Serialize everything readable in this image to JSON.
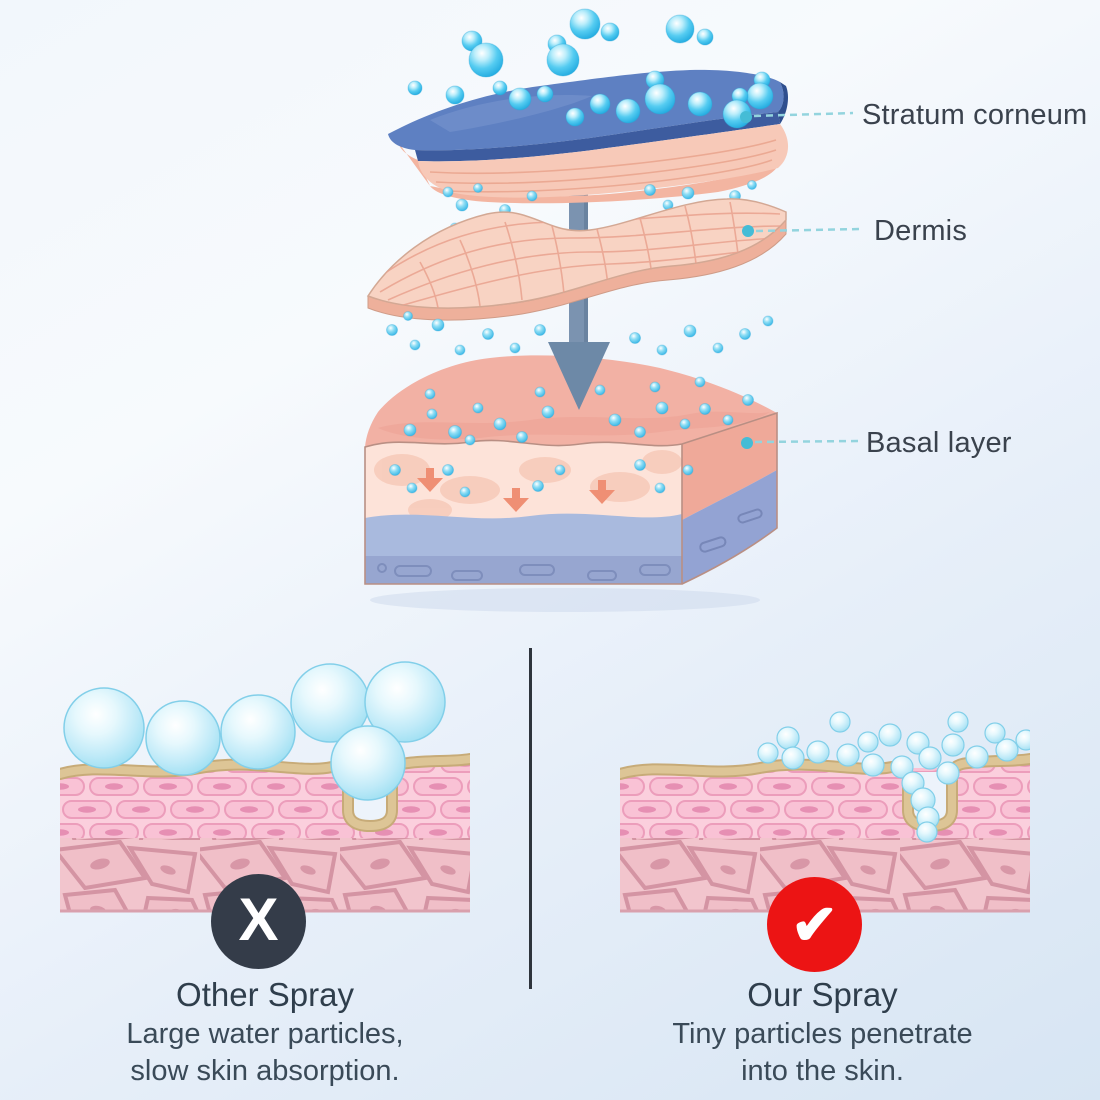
{
  "diagram": {
    "label_stratum": "Stratum corneum",
    "label_dermis": "Dermis",
    "label_basal": "Basal layer"
  },
  "comparison": {
    "left": {
      "title": "Other Spray",
      "desc_line1": "Large water particles,",
      "desc_line2": "slow skin absorption.",
      "badge_glyph": "X",
      "badge_color": "#343c49"
    },
    "right": {
      "title": "Our Spray",
      "desc_line1": "Tiny particles penetrate",
      "desc_line2": "into the skin.",
      "badge_glyph": "✔",
      "badge_color": "#ec1414"
    }
  },
  "colors": {
    "droplet_blue": "#2fb3e5",
    "bubble_blue": "#a9e4f6",
    "leader_teal": "#45bcd6",
    "label_text": "#3a424d",
    "divider": "#2e343c"
  }
}
